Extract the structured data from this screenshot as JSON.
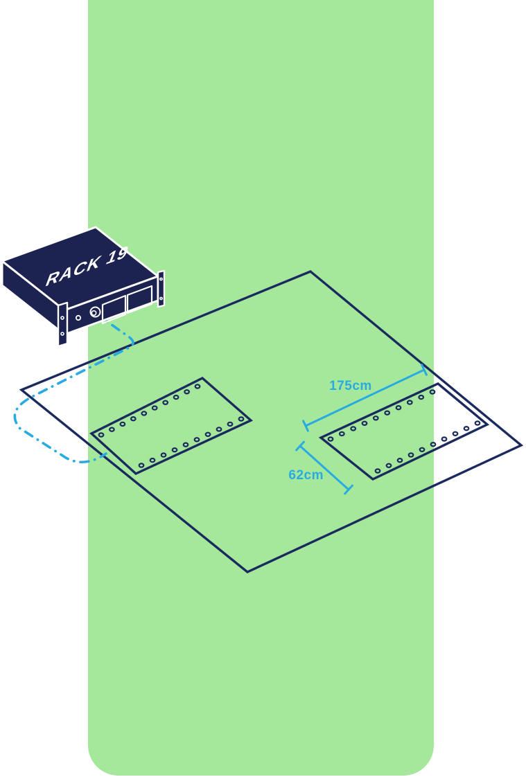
{
  "colors": {
    "green": "#A5E89B",
    "navy": "#1B2A5E",
    "navy-dark": "#1C2350",
    "blue": "#29ABE2",
    "white": "#FFFFFF",
    "page-bg": "#FFFFFF"
  },
  "diagram": {
    "rack": {
      "label": "RACK 19"
    },
    "dimensions": {
      "length_label": "175cm",
      "width_label": "62cm"
    },
    "panels": [
      {
        "name": "left-panel",
        "holes_per_edge": 10
      },
      {
        "name": "right-panel",
        "holes_per_edge": 10
      }
    ]
  }
}
